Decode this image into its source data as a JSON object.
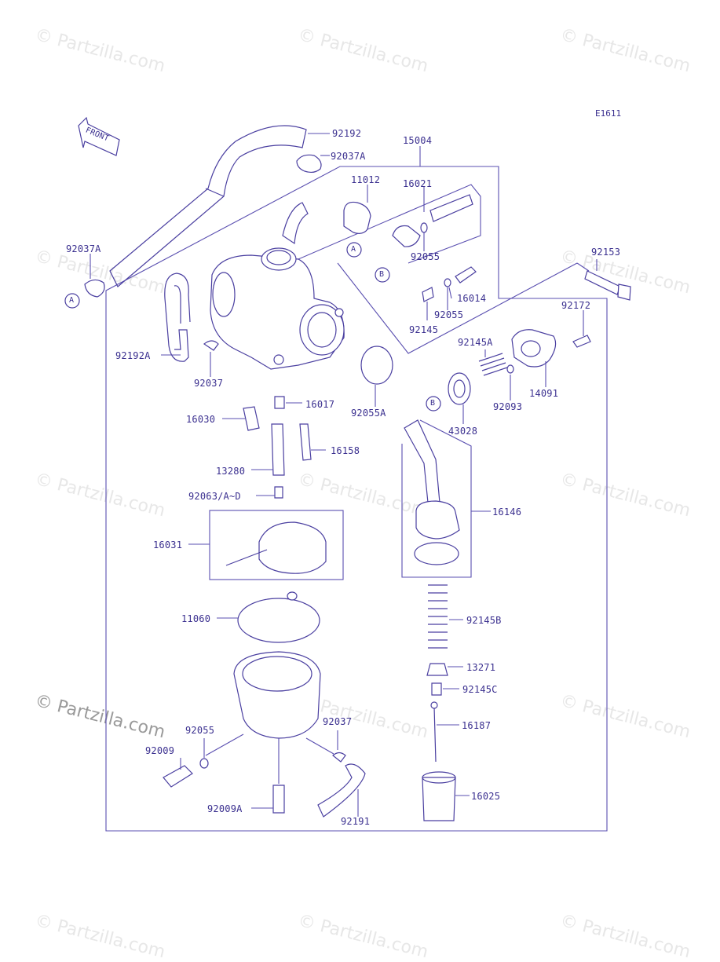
{
  "diagram_code": "E1611",
  "front_label": "FRONT",
  "watermark": "© Partzilla.com",
  "watermark_featured": "© Partzilla.com",
  "colors": {
    "line": "#5a4fb0",
    "label": "#3a2f8f",
    "watermark": "#e7e7e7"
  },
  "callouts": {
    "A1": "A",
    "A2": "A",
    "B1": "B",
    "B2": "B"
  },
  "parts": {
    "p92192": "92192",
    "p92037A_top": "92037A",
    "p15004": "15004",
    "p11012": "11012",
    "p16021": "16021",
    "p92055_a": "92055",
    "p92037A_left": "92037A",
    "p92153": "92153",
    "p16014": "16014",
    "p92172": "92172",
    "p92145": "92145",
    "p92055_b": "92055",
    "p92145A": "92145A",
    "p92192A": "92192A",
    "p92037_a": "92037",
    "p92055A": "92055A",
    "p14091": "14091",
    "p92093": "92093",
    "p43028": "43028",
    "p16017": "16017",
    "p16030": "16030",
    "p16158": "16158",
    "p13280": "13280",
    "p92063": "92063/A~D",
    "p16146": "16146",
    "p16031": "16031",
    "p11060": "11060",
    "p92145B": "92145B",
    "p13271": "13271",
    "p92145C": "92145C",
    "p92055_c": "92055",
    "p92037_b": "92037",
    "p16187": "16187",
    "p92009": "92009",
    "p16025": "16025",
    "p92009A": "92009A",
    "p92191": "92191"
  }
}
